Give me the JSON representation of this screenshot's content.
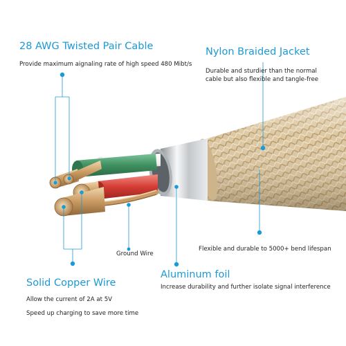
{
  "labels": {
    "twisted_pair": {
      "title": "28 AWG Twisted Pair Cable",
      "desc": "Provide maximum aignaling rate of high speed 480 Mibt/s"
    },
    "nylon": {
      "title": "Nylon Braided Jacket",
      "desc": "Durable and sturdier than the normal cable but also flexible and tangle-free"
    },
    "flexible": {
      "desc": "Flexible and durable to 5000+ bend lifespan"
    },
    "ground_wire": {
      "label": "Ground Wire"
    },
    "aluminum": {
      "title": "Aluminum foil",
      "desc": "Increase durability and further isolate signal interference"
    },
    "copper": {
      "title": "Solid Copper Wire",
      "desc1": "Allow the current of 2A at 5V",
      "desc2": "Speed up charging to save more time"
    }
  },
  "colors": {
    "accent": "#1b9ad6",
    "braid": "#d8c29a",
    "green_wire": "#4a9a6c",
    "red_wire": "#d8443c",
    "copper": "#c9a070",
    "foil": "#d4d6d8"
  }
}
